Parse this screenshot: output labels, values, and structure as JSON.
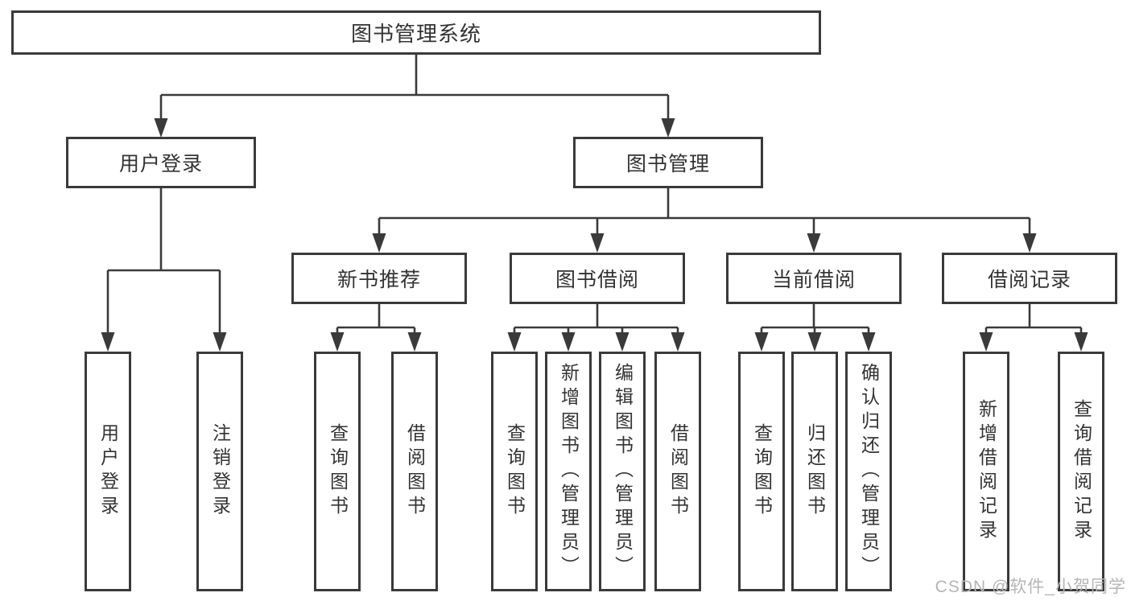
{
  "diagram": {
    "title": "图书管理系统",
    "nodes": {
      "root": {
        "label": "图书管理系统"
      },
      "user_login": {
        "label": "用户登录"
      },
      "book_mgmt": {
        "label": "图书管理"
      },
      "new_book_rec": {
        "label": "新书推荐"
      },
      "book_borrow": {
        "label": "图书借阅"
      },
      "current_borrow": {
        "label": "当前借阅"
      },
      "borrow_record": {
        "label": "借阅记录"
      },
      "leaves_user_login": [
        "用户登录",
        "注销登录"
      ],
      "leaves_new_book_rec": [
        "查询图书",
        "借阅图书"
      ],
      "leaves_book_borrow": [
        "查询图书",
        "新增图书（管理员）",
        "编辑图书（管理员）",
        "借阅图书"
      ],
      "leaves_current_borrow": [
        "查询图书",
        "归还图书",
        "确认归还（管理员）"
      ],
      "leaves_borrow_record": [
        "新增借阅记录",
        "查询借阅记录"
      ]
    },
    "edges": [
      {
        "from": "图书管理系统",
        "to": "用户登录"
      },
      {
        "from": "图书管理系统",
        "to": "图书管理"
      },
      {
        "from": "用户登录",
        "to": "用户登录"
      },
      {
        "from": "用户登录",
        "to": "注销登录"
      },
      {
        "from": "图书管理",
        "to": "新书推荐"
      },
      {
        "from": "图书管理",
        "to": "图书借阅"
      },
      {
        "from": "图书管理",
        "to": "当前借阅"
      },
      {
        "from": "图书管理",
        "to": "借阅记录"
      },
      {
        "from": "新书推荐",
        "to": "查询图书"
      },
      {
        "from": "新书推荐",
        "to": "借阅图书"
      },
      {
        "from": "图书借阅",
        "to": "查询图书"
      },
      {
        "from": "图书借阅",
        "to": "新增图书（管理员）"
      },
      {
        "from": "图书借阅",
        "to": "编辑图书（管理员）"
      },
      {
        "from": "图书借阅",
        "to": "借阅图书"
      },
      {
        "from": "当前借阅",
        "to": "查询图书"
      },
      {
        "from": "当前借阅",
        "to": "归还图书"
      },
      {
        "from": "当前借阅",
        "to": "确认归还（管理员）"
      },
      {
        "from": "借阅记录",
        "to": "新增借阅记录"
      },
      {
        "from": "借阅记录",
        "to": "查询借阅记录"
      }
    ]
  },
  "watermark": {
    "text": "CSDN @软件_小贺同学"
  },
  "colors": {
    "line": "#3a3a3a",
    "box_border": "#3a3a3a",
    "text": "#333333",
    "background": "#ffffff",
    "watermark": "#b5b5b5"
  }
}
